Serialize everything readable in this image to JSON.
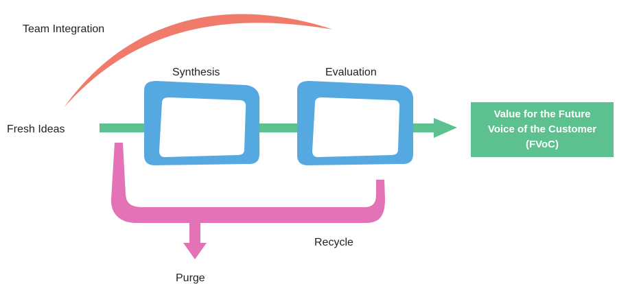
{
  "labels": {
    "team_integration": "Team Integration",
    "fresh_ideas": "Fresh Ideas",
    "synthesis": "Synthesis",
    "evaluation": "Evaluation",
    "recycle": "Recycle",
    "purge": "Purge"
  },
  "output": {
    "line1": "Value for the Future",
    "line2": "Voice of the Customer",
    "line3": "(FVoC)"
  },
  "colors": {
    "flow_arrow": "#5cc08f",
    "stage_frame": "#56a9e0",
    "team_arc": "#f07b6b",
    "recycle_path": "#e372b6",
    "output_box": "#5cc08f"
  }
}
